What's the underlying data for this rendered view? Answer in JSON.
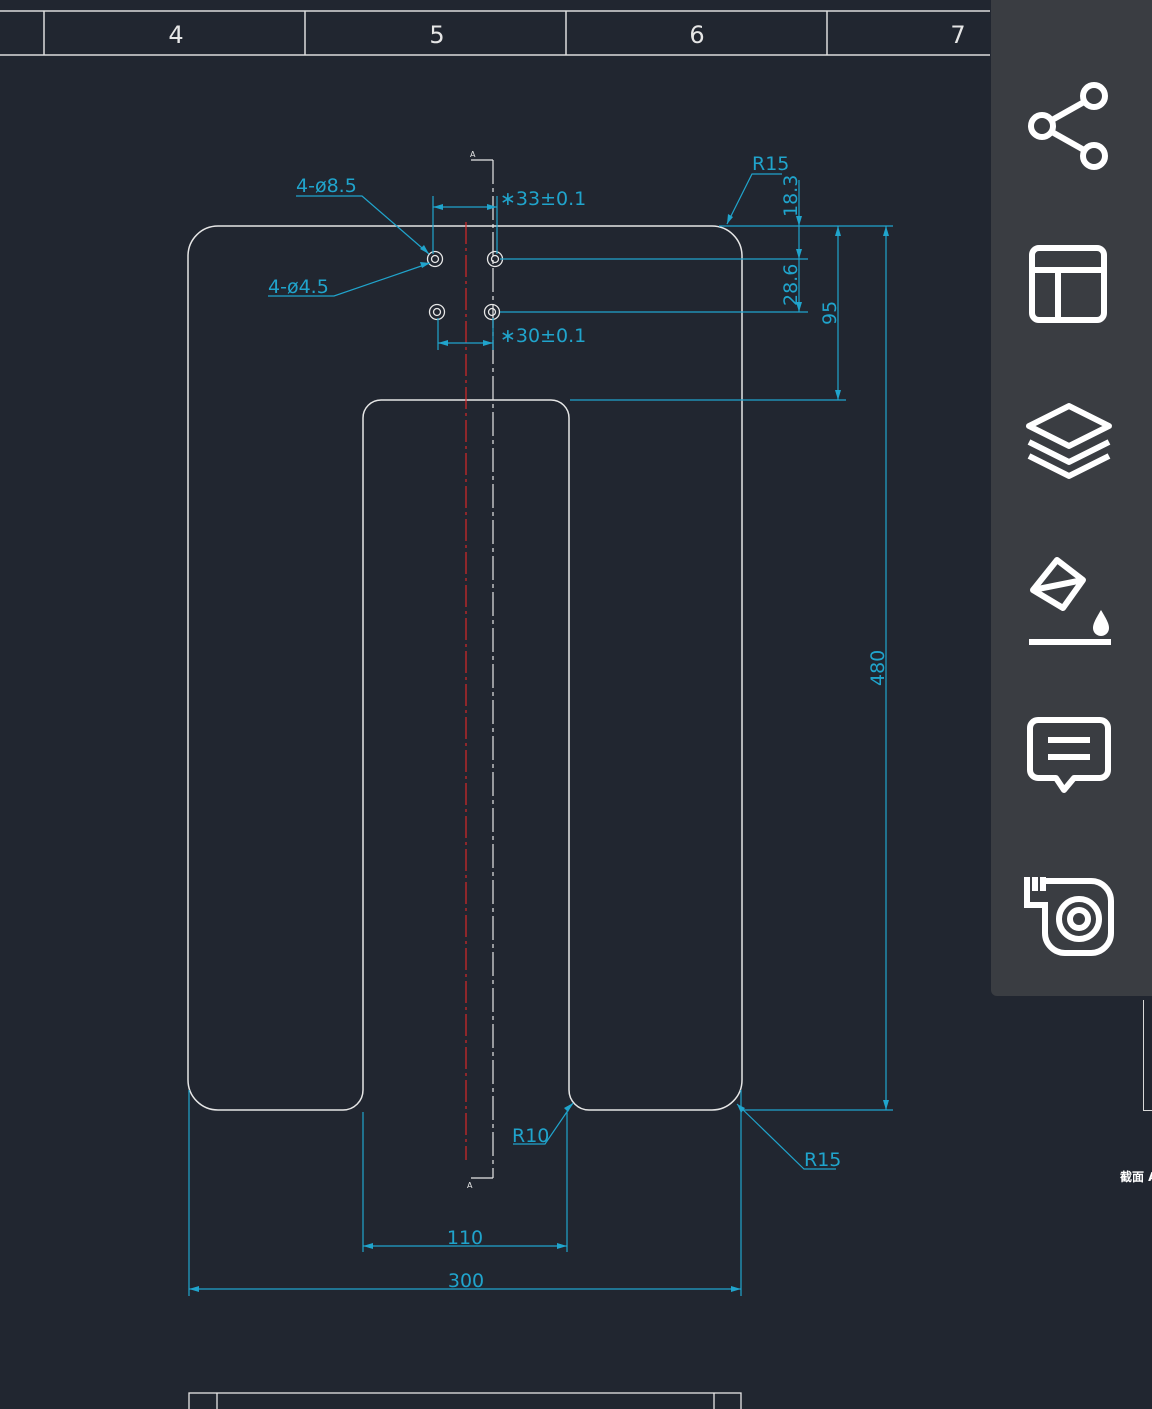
{
  "colors": {
    "background": "#212630",
    "geometry": "#e6e6e6",
    "dimension": "#20a4cc",
    "centerline": "#d62828",
    "toolbar": "#3a3d42",
    "icon": "#ffffff"
  },
  "frame": {
    "zones": [
      "4",
      "5",
      "6",
      "7"
    ]
  },
  "annotations": {
    "hole_large": "4-ø8.5",
    "hole_small": "4-ø4.5",
    "spacing_top": "∗33±0.1",
    "spacing_bottom": "∗30±0.1",
    "radius_top": "R15",
    "radius_bottom": "R15",
    "radius_slot": "R10",
    "dim_18": "18.3",
    "dim_28": "28.6",
    "dim_95": "95",
    "dim_480": "480",
    "dim_110": "110",
    "dim_300": "300",
    "section_mark_top": "A",
    "section_mark_bottom": "A"
  },
  "side_label": "截面 A",
  "toolbar": {
    "buttons": [
      {
        "icon": "share-icon"
      },
      {
        "icon": "layout-icon"
      },
      {
        "icon": "layers-icon"
      },
      {
        "icon": "fill-color-icon"
      },
      {
        "icon": "comment-icon"
      },
      {
        "icon": "tape-measure-icon"
      }
    ]
  }
}
